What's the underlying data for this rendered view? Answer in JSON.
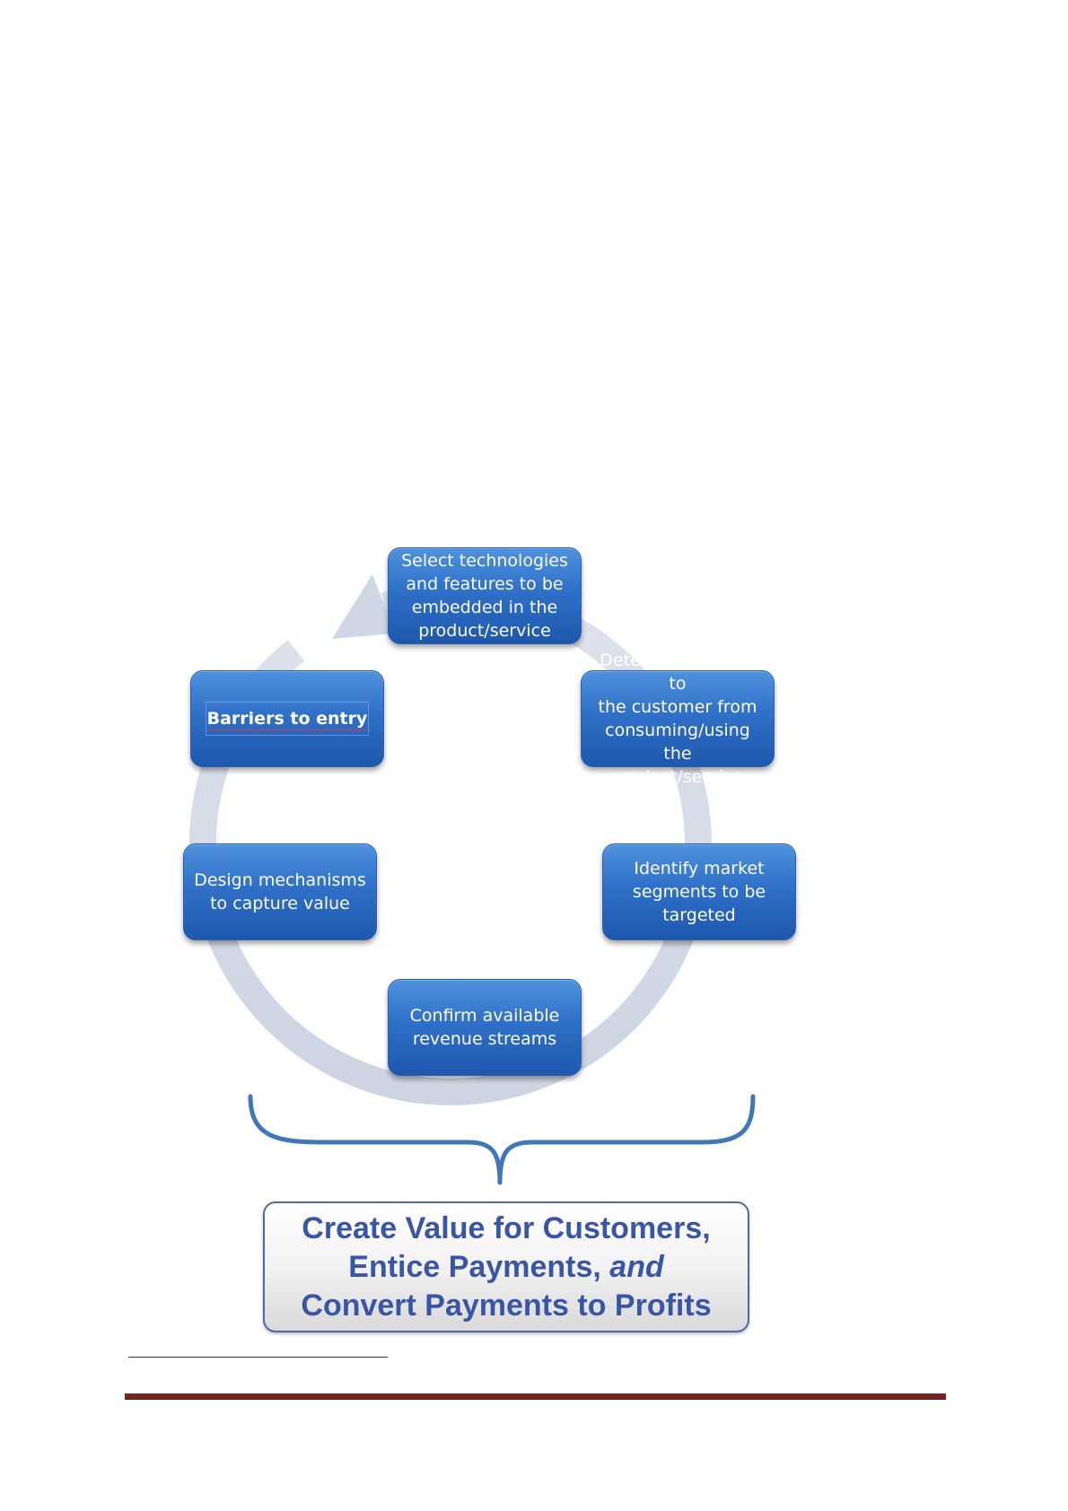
{
  "diagram": {
    "nodes": [
      {
        "id": "select-technologies",
        "lines": [
          "Select technologies",
          "and features to be",
          "embedded in the",
          "product/service"
        ]
      },
      {
        "id": "determine-benefit",
        "lines": [
          "Determine benefit to",
          "the customer from",
          "consuming/using the",
          "product/service"
        ]
      },
      {
        "id": "identify-segments",
        "lines": [
          "Identify market",
          "segments to be",
          "targeted"
        ]
      },
      {
        "id": "confirm-revenue",
        "lines": [
          "Confirm available",
          "revenue streams"
        ]
      },
      {
        "id": "design-mechanisms",
        "lines": [
          "Design mechanisms",
          "to capture value"
        ]
      },
      {
        "id": "barriers-to-entry",
        "lines": [
          "Barriers to entry"
        ]
      }
    ],
    "caption": {
      "line1": "Create Value for Customers,",
      "line2_part1": "Entice Payments, ",
      "line2_part2": "and",
      "line3": "Convert Payments to Profits"
    },
    "colors": {
      "node_fill": "#2f70c8",
      "cycle_arrow": "#d3d9e6",
      "caption_text": "#3a55a4",
      "footer_rule": "#7a2325"
    }
  }
}
